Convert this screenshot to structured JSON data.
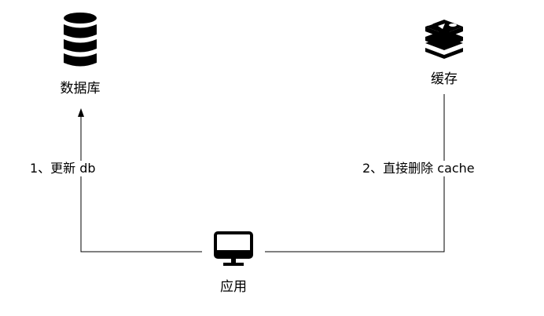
{
  "nodes": {
    "database": {
      "label": "数据库",
      "icon": "database-icon"
    },
    "cache": {
      "label": "缓存",
      "icon": "redis-icon"
    },
    "app": {
      "label": "应用",
      "icon": "monitor-icon"
    }
  },
  "edges": {
    "app_to_db": {
      "label": "1、更新 db"
    },
    "app_to_cache": {
      "label": "2、直接删除 cache"
    }
  },
  "colors": {
    "line": "#000000",
    "icon": "#000000",
    "background": "#ffffff"
  }
}
